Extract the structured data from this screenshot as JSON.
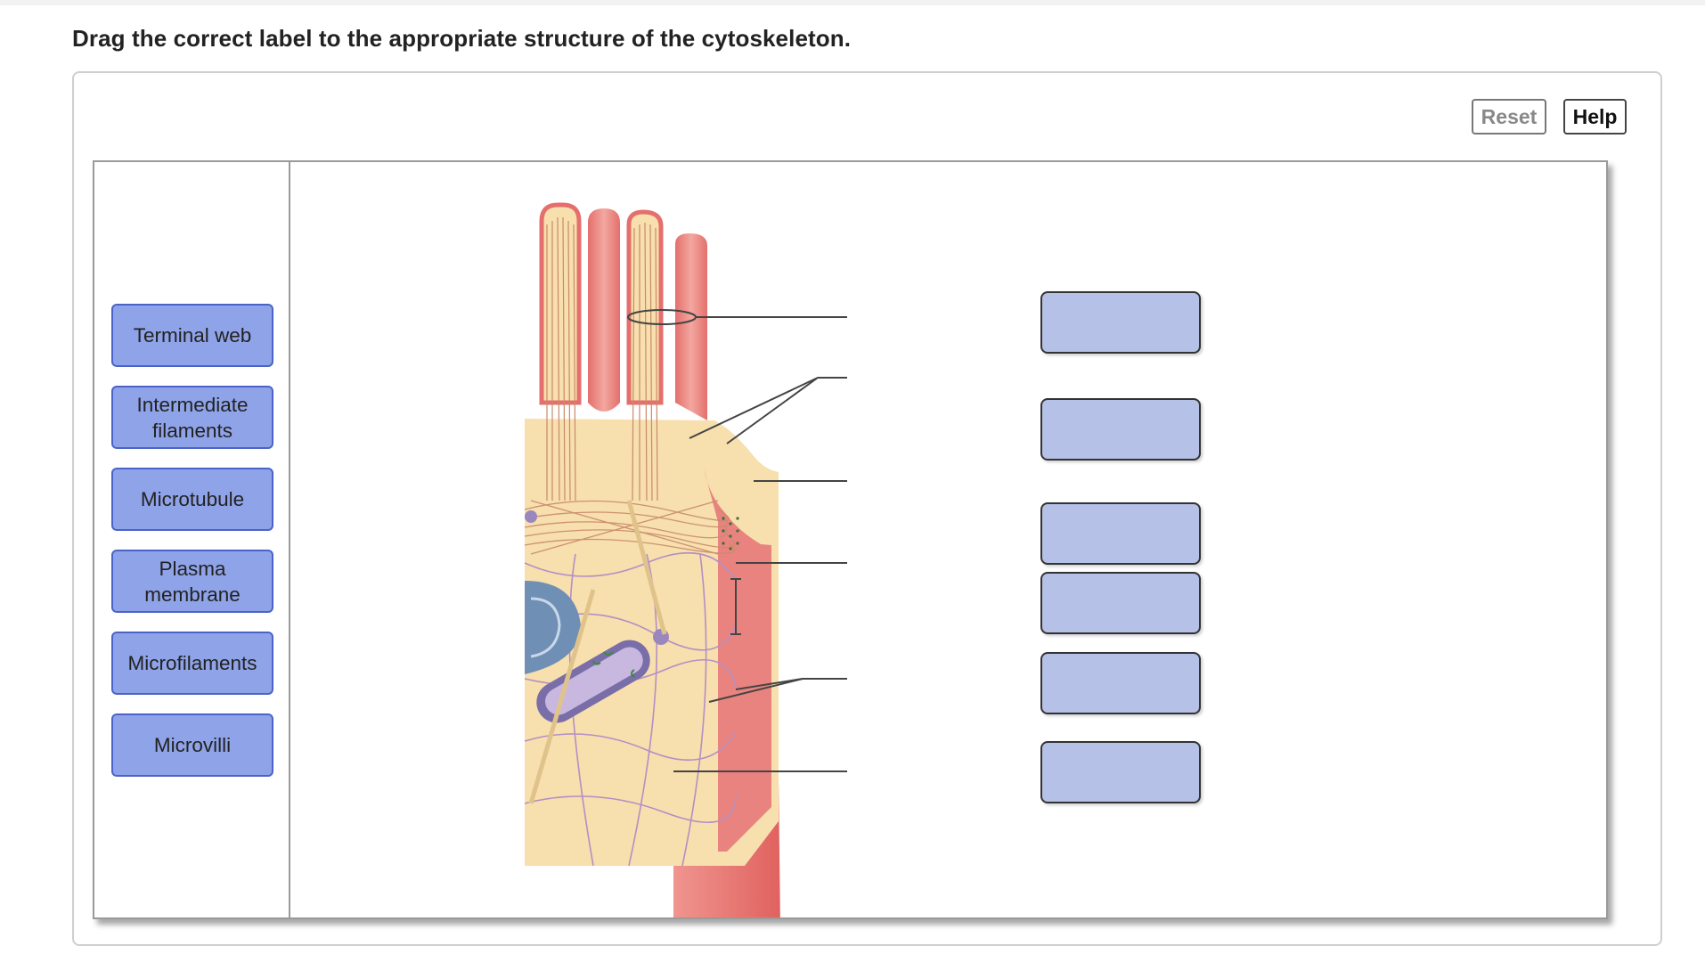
{
  "instruction": "Drag the correct label to the appropriate structure of the cytoskeleton.",
  "toolbar": {
    "reset_label": "Reset",
    "help_label": "Help"
  },
  "labels": [
    {
      "id": "terminal-web",
      "text": "Terminal web"
    },
    {
      "id": "intermediate-filaments",
      "text": "Intermediate filaments"
    },
    {
      "id": "microtubule",
      "text": "Microtubule"
    },
    {
      "id": "plasma-membrane",
      "text": "Plasma membrane"
    },
    {
      "id": "microfilaments",
      "text": "Microfilaments"
    },
    {
      "id": "microvilli",
      "text": "Microvilli"
    }
  ],
  "targets": [
    {
      "index": 1,
      "value": ""
    },
    {
      "index": 2,
      "value": ""
    },
    {
      "index": 3,
      "value": ""
    },
    {
      "index": 4,
      "value": ""
    },
    {
      "index": 5,
      "value": ""
    },
    {
      "index": 6,
      "value": ""
    }
  ],
  "colors": {
    "label_fill": "#8fa3e8",
    "label_border": "#4b63c8",
    "target_fill": "#b5c1e6",
    "cytoplasm": "#f7dfae",
    "membrane": "#e9837f",
    "filament": "#c98a6a",
    "intermediate_filament": "#b48fc4",
    "mitochondrion": "#6f8fb5"
  }
}
